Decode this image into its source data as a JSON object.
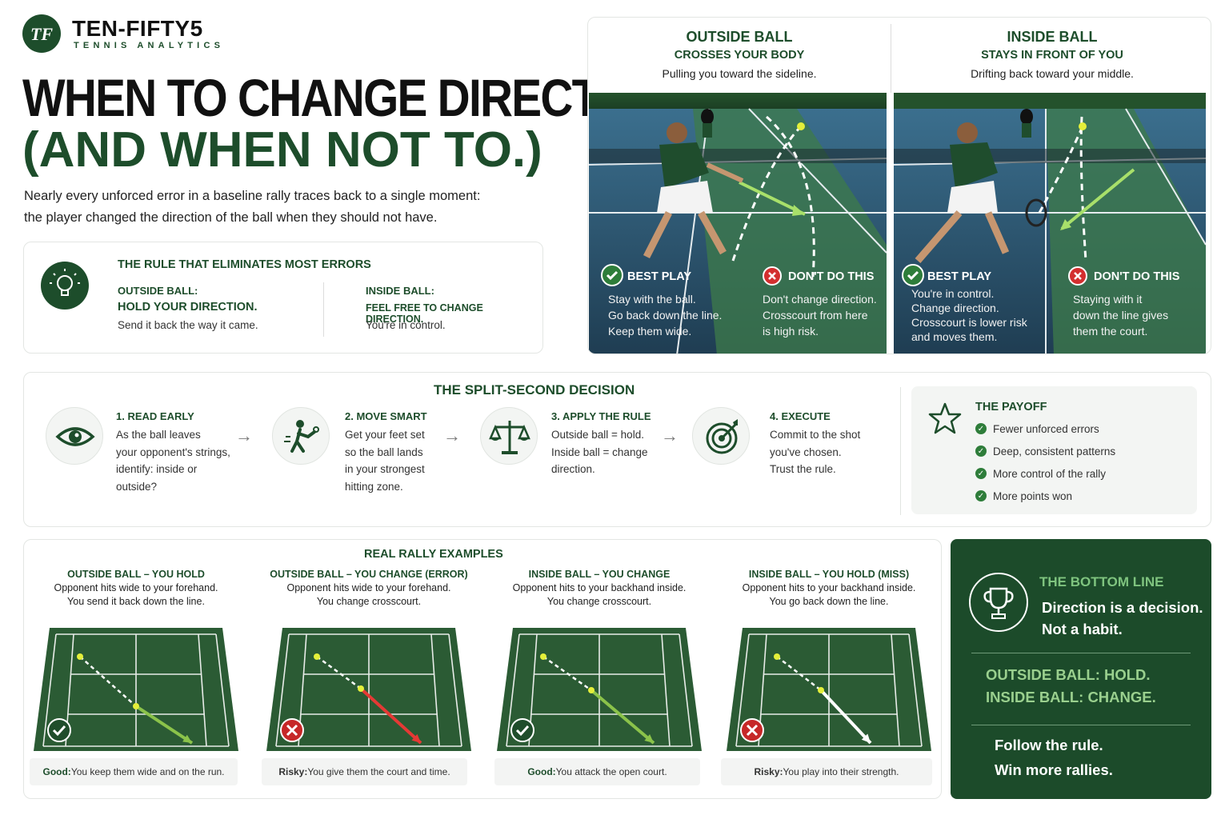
{
  "brand": {
    "logo_mark": "TF",
    "name": "TEN-FIFTY5",
    "tagline": "TENNIS ANALYTICS"
  },
  "headline": {
    "line1": "WHEN TO CHANGE DIRECTION.",
    "line2": "(AND WHEN NOT TO.)"
  },
  "intro": {
    "line1": "Nearly every unforced error in a baseline rally traces back to a single moment:",
    "line2": "the player changed the direction of the ball when they should not have."
  },
  "rule": {
    "icon": "lightbulb-icon",
    "title": "THE RULE THAT ELIMINATES MOST ERRORS",
    "outside": {
      "label": "OUTSIDE BALL:",
      "head": "HOLD YOUR DIRECTION.",
      "text": "Send it back the way it came."
    },
    "inside": {
      "label": "INSIDE BALL:",
      "head": "FEEL FREE TO CHANGE DIRECTION.",
      "text": "You're in control."
    }
  },
  "photos": {
    "outside": {
      "title": "OUTSIDE BALL",
      "subtitle": "CROSSES YOUR BODY",
      "desc": "Pulling you toward the sideline.",
      "best": {
        "label": "BEST PLAY",
        "lines": [
          "Stay with the ball.",
          "Go back down the line.",
          "Keep them wide."
        ]
      },
      "dont": {
        "label": "DON'T DO THIS",
        "lines": [
          "Don't change direction.",
          "Crosscourt from here",
          "is high risk."
        ]
      }
    },
    "inside": {
      "title": "INSIDE BALL",
      "subtitle": "STAYS IN FRONT OF YOU",
      "desc": "Drifting back toward your middle.",
      "best": {
        "label": "BEST PLAY",
        "lines": [
          "You're in control.",
          "Change direction.",
          "Crosscourt is lower risk",
          "and moves them."
        ]
      },
      "dont": {
        "label": "DON'T DO THIS",
        "lines": [
          "Staying with it",
          "down the line gives",
          "them the court."
        ]
      }
    }
  },
  "decision": {
    "title": "THE SPLIT-SECOND DECISION",
    "steps": [
      {
        "icon": "eye-icon",
        "title": "1. READ EARLY",
        "lines": [
          "As the ball leaves",
          "your opponent's strings,",
          "identify: inside or",
          "outside?"
        ]
      },
      {
        "icon": "tennis-player-icon",
        "title": "2. MOVE SMART",
        "lines": [
          "Get your feet set",
          "so the ball lands",
          "in your strongest",
          "hitting zone."
        ]
      },
      {
        "icon": "balance-scale-icon",
        "title": "3. APPLY THE RULE",
        "lines": [
          "Outside ball = hold.",
          "Inside ball = change",
          "direction."
        ]
      },
      {
        "icon": "target-icon",
        "title": "4. EXECUTE",
        "lines": [
          "Commit to the shot",
          "you've chosen.",
          "Trust the rule."
        ]
      }
    ]
  },
  "payoff": {
    "icon": "star-icon",
    "title": "THE PAYOFF",
    "items": [
      "Fewer unforced errors",
      "Deep, consistent patterns",
      "More control of the rally",
      "More points won"
    ]
  },
  "examples": {
    "title": "REAL RALLY EXAMPLES",
    "items": [
      {
        "title": "OUTSIDE BALL – YOU HOLD",
        "desc1": "Opponent hits wide to your forehand.",
        "desc2": "You send it back down the line.",
        "verdict": "good",
        "foot_label": "Good:",
        "foot_text": " You keep them wide and on the run.",
        "arrow_color": "#8bc34a"
      },
      {
        "title": "OUTSIDE BALL – YOU CHANGE (ERROR)",
        "desc1": "Opponent hits wide to your forehand.",
        "desc2": "You change crosscourt.",
        "verdict": "bad",
        "foot_label": "Risky:",
        "foot_text": " You give them the court and time.",
        "arrow_color": "#e53935"
      },
      {
        "title": "INSIDE BALL – YOU CHANGE",
        "desc1": "Opponent hits to your backhand inside.",
        "desc2": "You change crosscourt.",
        "verdict": "good",
        "foot_label": "Good:",
        "foot_text": " You attack the open court.",
        "arrow_color": "#8bc34a"
      },
      {
        "title": "INSIDE BALL – YOU HOLD (MISS)",
        "desc1": "Opponent hits to your backhand inside.",
        "desc2": "You go back down the line.",
        "verdict": "bad",
        "foot_label": "Risky:",
        "foot_text": " You play into their strength.",
        "arrow_color": "#ffffff"
      }
    ]
  },
  "bottom_line": {
    "icon": "trophy-icon",
    "title": "THE BOTTOM LINE",
    "line1": "Direction is a decision.",
    "line2": "Not a habit.",
    "rule1": "OUTSIDE BALL: HOLD.",
    "rule2": "INSIDE BALL: CHANGE.",
    "close1": "Follow the rule.",
    "close2": "Win more rallies."
  },
  "colors": {
    "brand_green": "#1d4d2b",
    "accent_green": "#8bc34a",
    "error_red": "#c62828"
  }
}
